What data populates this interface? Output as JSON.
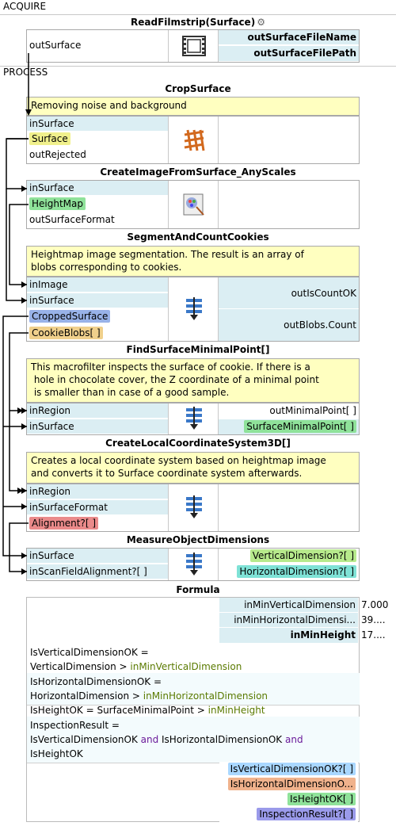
{
  "sections": {
    "acquire": "ACQUIRE",
    "process": "PROCESS"
  },
  "read_filmstrip": {
    "title": "ReadFilmstrip(Surface)",
    "inputs": [
      "outSurface"
    ],
    "outputs": [
      "outSurfaceFileName",
      "outSurfaceFilePath"
    ],
    "icon": "filmstrip-icon"
  },
  "crop_surface": {
    "title": "CropSurface",
    "description": "Removing noise and background",
    "inputs": [
      "inSurface",
      "Surface",
      "outRejected"
    ],
    "icon": "crop-grid-icon"
  },
  "create_image": {
    "title": "CreateImageFromSurface_AnyScales",
    "inputs": [
      "inSurface",
      "HeightMap",
      "outSurfaceFormat"
    ],
    "icon": "image-palette-icon"
  },
  "segment": {
    "title": "SegmentAndCountCookies",
    "description_lines": [
      "Heightmap image segmentation. The result is an array of",
      "blobs corresponding to cookies."
    ],
    "inputs": [
      "inImage",
      "inSurface",
      "CroppedSurface",
      "CookieBlobs[ ]"
    ],
    "outputs": [
      "outIsCountOK",
      "outBlobs.Count"
    ],
    "icon": "macrofilter-icon"
  },
  "find_min": {
    "title": "FindSurfaceMinimalPoint[]",
    "description_lines": [
      "This macrofilter inspects the surface of cookie. If there is a",
      " hole in chocolate cover, the Z coordinate of a minimal point",
      " is smaller than in case of a good sample."
    ],
    "inputs": [
      "inRegion",
      "inSurface"
    ],
    "outputs": [
      "outMinimalPoint[ ]",
      "SurfaceMinimalPoint[ ]"
    ],
    "icon": "macrofilter-icon"
  },
  "local_cs": {
    "title": "CreateLocalCoordinateSystem3D[]",
    "description_lines": [
      "Creates a local coordinate system based on heightmap image",
      "and converts it to Surface coordinate system afterwards."
    ],
    "inputs": [
      "inRegion",
      "inSurfaceFormat",
      "Alignment?[ ]"
    ],
    "icon": "macrofilter-icon"
  },
  "measure": {
    "title": "MeasureObjectDimensions",
    "inputs": [
      "inSurface",
      "inScanFieldAlignment?[ ]"
    ],
    "outputs": [
      "VerticalDimension?[ ]",
      "HorizontalDimension?[ ]"
    ],
    "icon": "macrofilter-icon"
  },
  "formula": {
    "title": "Formula",
    "params": [
      {
        "name": "inMinVerticalDimension",
        "value": "7.000"
      },
      {
        "name": "inMinHorizontalDimensi...",
        "value": "39...."
      },
      {
        "name": "inMinHeight",
        "value": "17...."
      }
    ],
    "expr1": {
      "a": "IsVerticalDimensionOK =",
      "b": "VerticalDimension > ",
      "v": "inMinVerticalDimension"
    },
    "expr2": {
      "a": "IsHorizontalDimensionOK =",
      "b": "HorizontalDimension > ",
      "v": "inMinHorizontalDimension"
    },
    "expr3": {
      "a": "IsHeightOK = SurfaceMinimalPoint > ",
      "v": "inMinHeight"
    },
    "expr4": {
      "a": "InspectionResult =",
      "b1": "IsVerticalDimensionOK ",
      "and1": "and",
      "b2": " IsHorizontalDimensionOK ",
      "and2": "and",
      "c": "IsHeightOK"
    },
    "outputs": [
      "IsVerticalDimensionOK?[ ]",
      "IsHorizontalDimensionO...",
      "IsHeightOK[ ]",
      "InspectionResult?[ ]"
    ]
  }
}
